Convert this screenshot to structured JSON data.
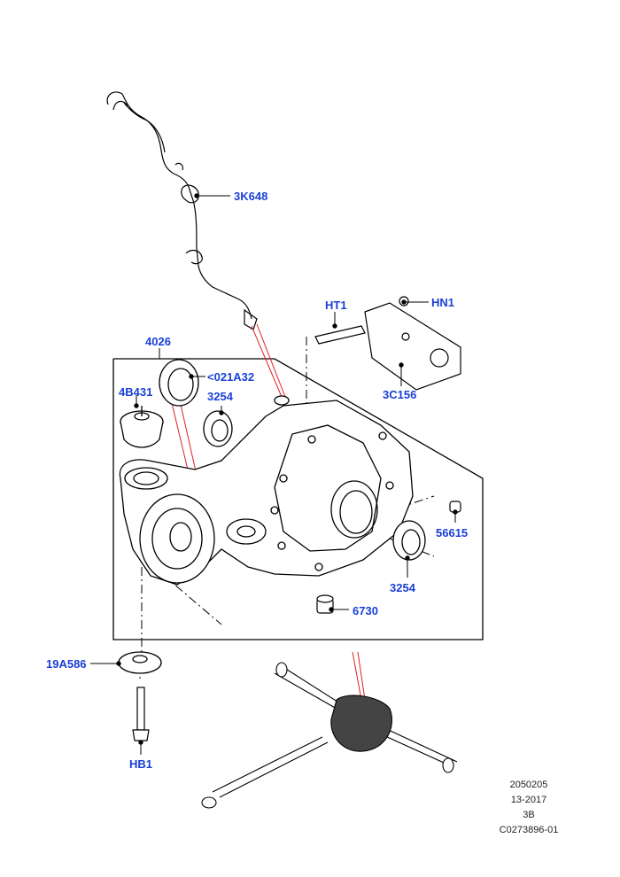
{
  "callouts": {
    "c_3k648": "3K648",
    "c_ht1": "HT1",
    "c_hn1": "HN1",
    "c_4026": "4026",
    "c_021a32": "<021A32",
    "c_4b431": "4B431",
    "c_3254_top": "3254",
    "c_3c156": "3C156",
    "c_56615": "56615",
    "c_3254_bottom": "3254",
    "c_6730": "6730",
    "c_19a586": "19A586",
    "c_hb1": "HB1"
  },
  "footer": {
    "line1": "2050205",
    "line2": "13-2017",
    "line3": "3B",
    "line4": "C0273896-01"
  },
  "colors": {
    "callout": "#1a3fd6",
    "line": "#000000",
    "leader_red": "#e02020"
  }
}
